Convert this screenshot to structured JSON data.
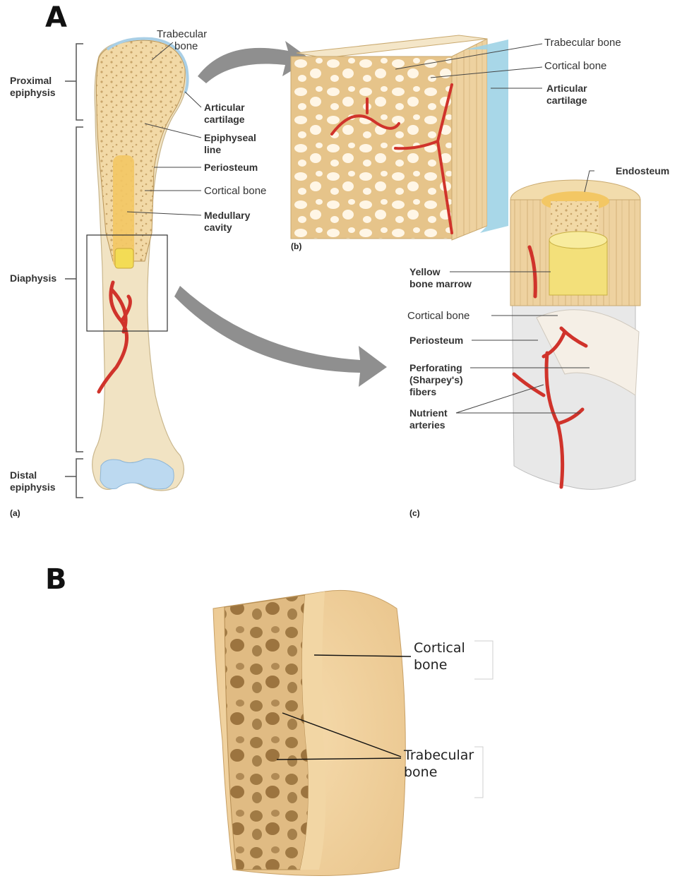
{
  "panels": {
    "a": "A",
    "b": "B"
  },
  "sublabels": {
    "a": "(a)",
    "b": "(b)",
    "c": "(c)"
  },
  "panel_a": {
    "bone_left": {
      "proximal_epiphysis": "Proximal\nepiphysis",
      "diaphysis": "Diaphysis",
      "distal_epiphysis": "Distal\nepiphysis",
      "trabecular_bone": "Trabecular\n      bone",
      "articular_cartilage": "Articular\ncartilage",
      "epiphyseal_line": "Epiphyseal\nline",
      "periosteum": "Periosteum",
      "cortical_bone": "Cortical bone",
      "medullary_cavity": "Medullary\ncavity"
    },
    "block_b": {
      "trabecular_bone": "Trabecular bone",
      "cortical_bone": "Cortical bone",
      "articular_cartilage": "Articular\ncartilage"
    },
    "block_c": {
      "endosteum": "Endosteum",
      "yellow_bone_marrow": "Yellow\nbone marrow",
      "cortical_bone": "Cortical bone",
      "periosteum": "Periosteum",
      "perforating_fibers": "Perforating\n(Sharpey's)\nfibers",
      "nutrient_arteries": "Nutrient\narteries"
    }
  },
  "panel_b": {
    "cortical_bone": "Cortical\nbone",
    "trabecular_bone": "Trabecular\nbone"
  },
  "colors": {
    "bone": "#f2d9a6",
    "bone_dark": "#d9b67a",
    "marrow": "#f4d56b",
    "cartilage": "#bcd9f0",
    "artery": "#d0332b",
    "periosteum": "#e8e8e8",
    "arrow": "#8f8f8f"
  }
}
